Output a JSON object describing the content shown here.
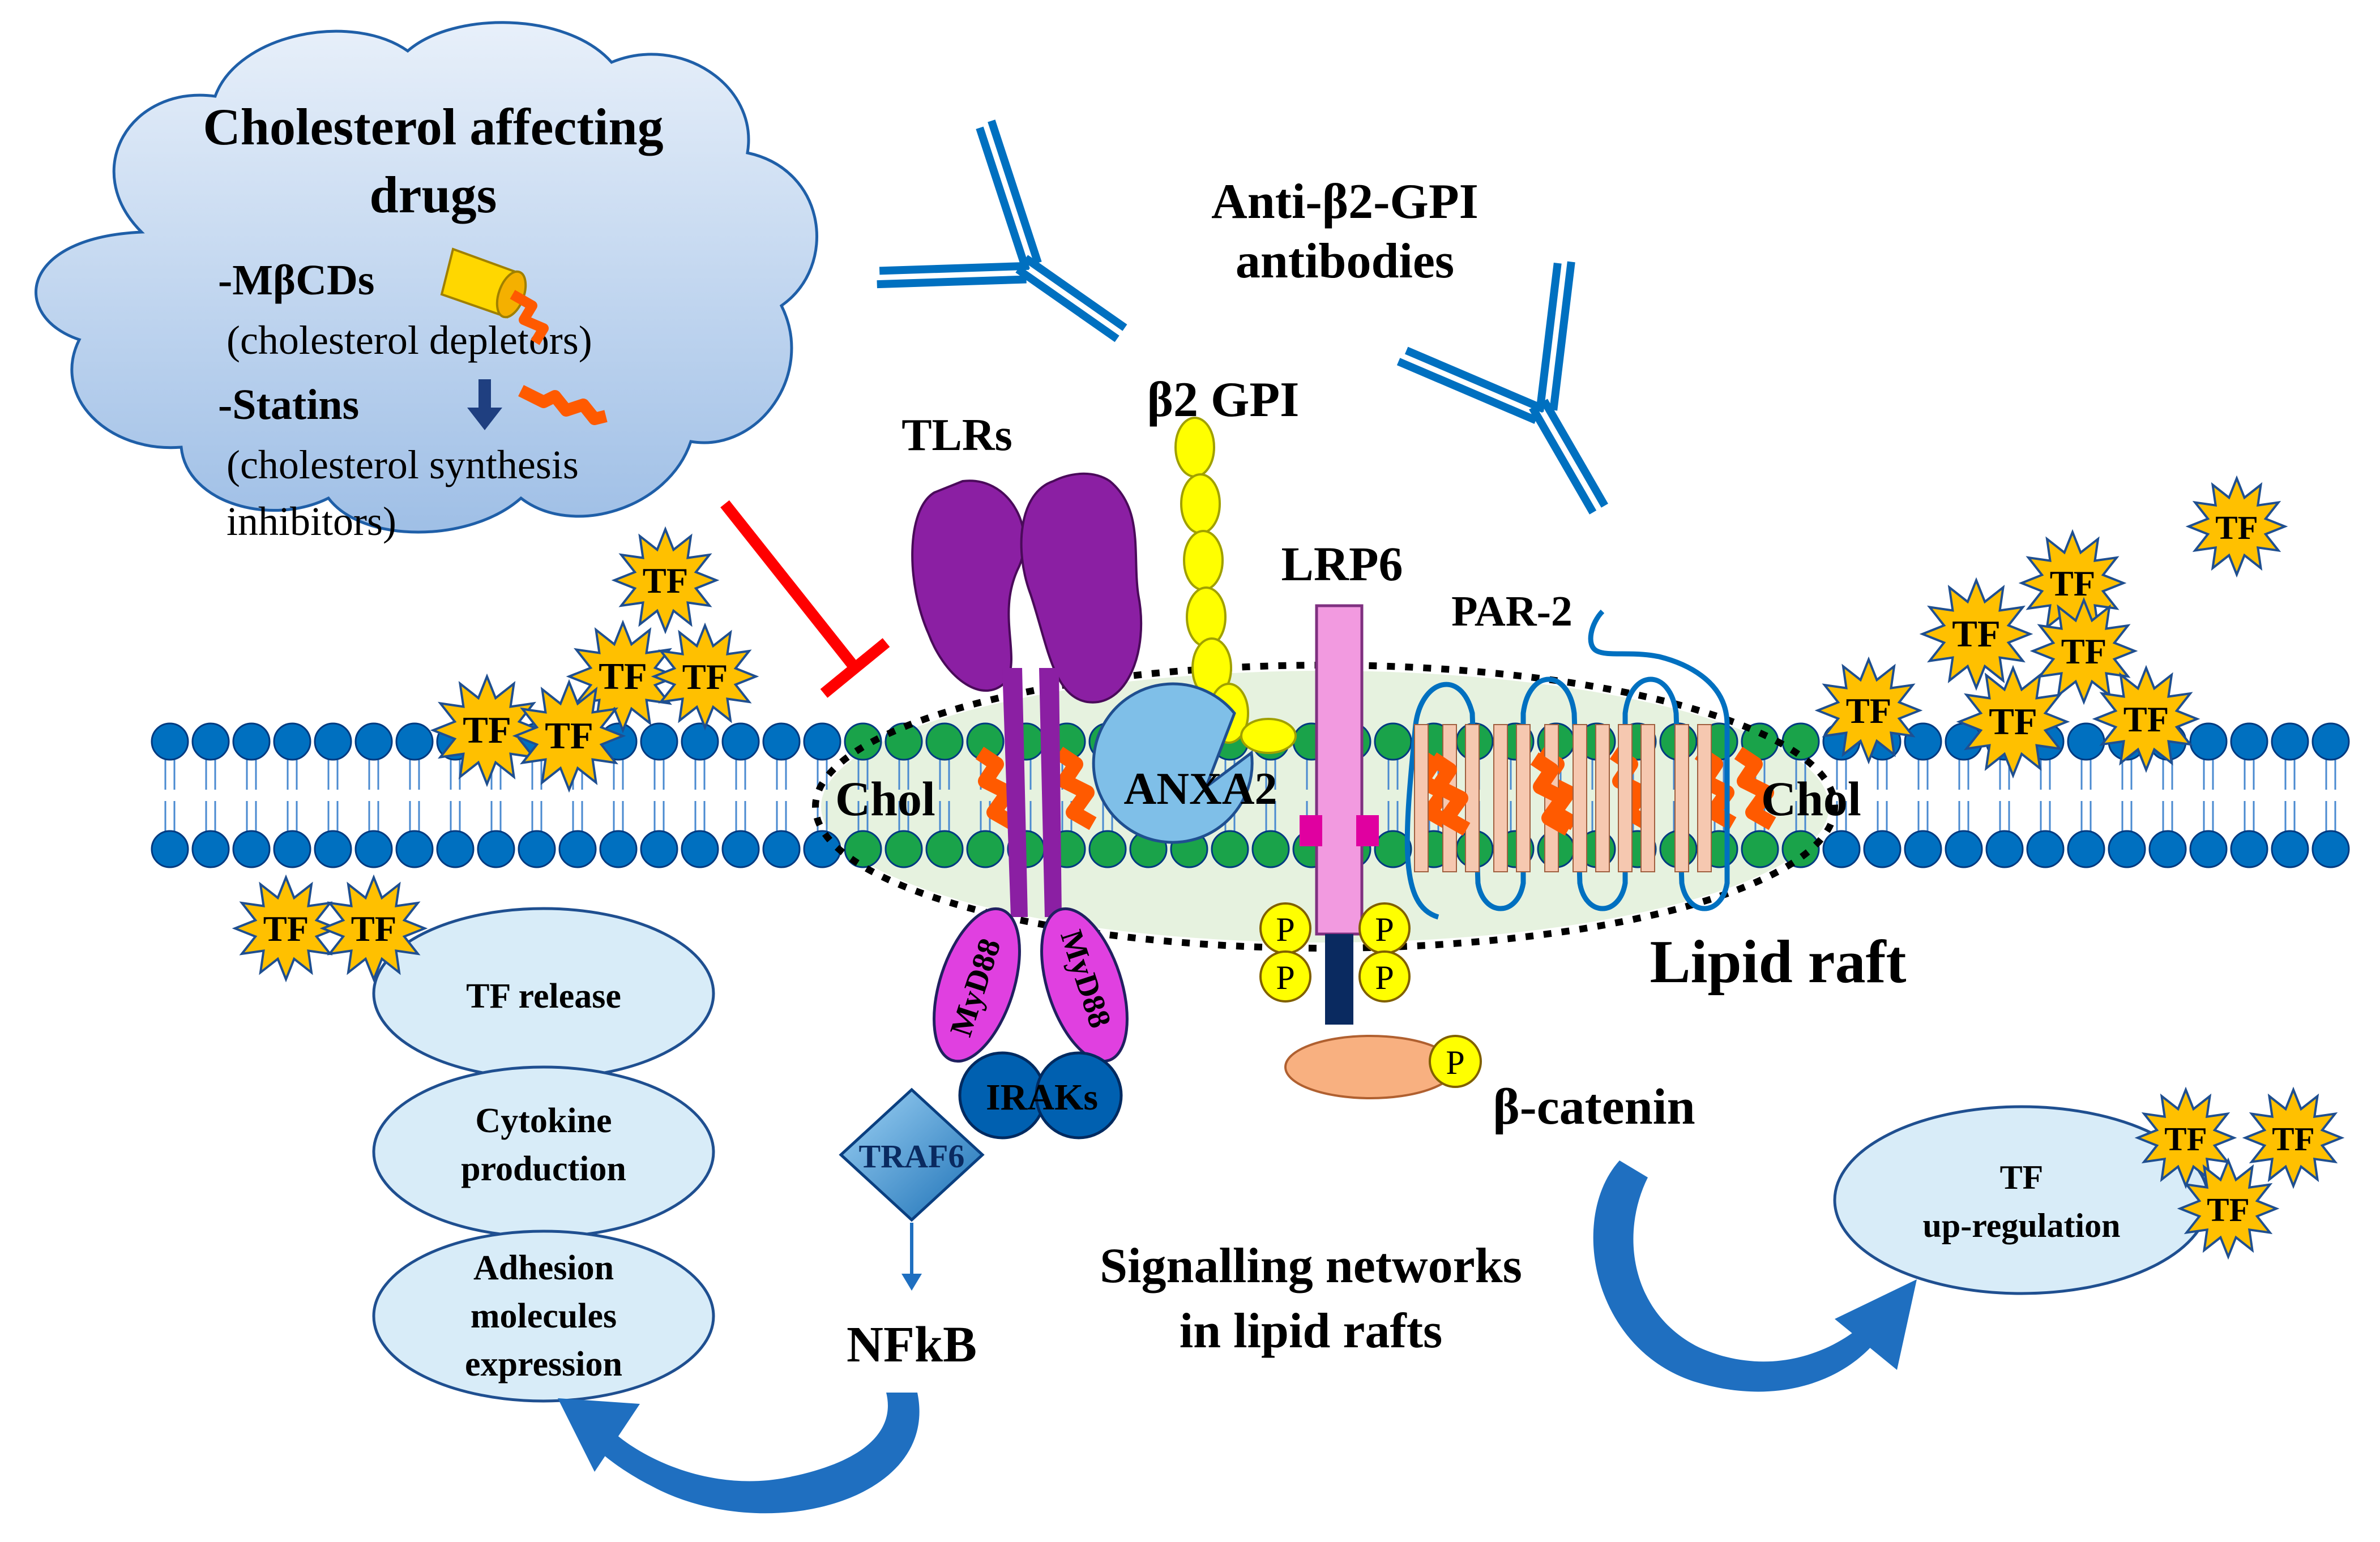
{
  "cloud": {
    "title_line1": "Cholesterol affecting",
    "title_line2": "drugs",
    "mbcd_label": "-MβCDs",
    "mbcd_desc": "(cholesterol depletors)",
    "statins_label": "-Statins",
    "statins_desc_line1": "(cholesterol synthesis",
    "statins_desc_line2": "inhibitors)"
  },
  "labels": {
    "antibodies_line1": "Anti-β2-GPI",
    "antibodies_line2": "antibodies",
    "b2gpi": "β2 GPI",
    "tlrs": "TLRs",
    "lrp6": "LRP6",
    "par2": "PAR-2",
    "chol_left": "Chol",
    "chol_right": "Chol",
    "anxa2": "ANXA2",
    "lipid_raft": "Lipid raft",
    "myd88": "MyD88",
    "irak": "IRAKs",
    "traf6": "TRAF6",
    "nfkb": "NFkB",
    "p": "P",
    "beta_catenin": "β-catenin",
    "signalling_line1": "Signalling networks",
    "signalling_line2": "in lipid rafts",
    "tf": "TF"
  },
  "left_effects": {
    "tf_release": "TF release",
    "cytokine_line1": "Cytokine",
    "cytokine_line2": "production",
    "adhesion_line1": "Adhesion",
    "adhesion_line2": "molecules",
    "adhesion_line3": "expression"
  },
  "right_effect": {
    "line1": "TF",
    "line2": "up-regulation"
  },
  "colors": {
    "cloud_fill": "#c9dbf0",
    "membrane_head": "#0070c0",
    "raft_head": "#1aa34a",
    "raft_fill": "#e6f2df",
    "tlr": "#8b1fa3",
    "myd88": "#e040e0",
    "irak": "#0060b0",
    "traf6": "#2a7fc0",
    "antibody": "#0070c0",
    "b2gpi": "#ffff00",
    "anxa2": "#7fbfe8",
    "lrp6": "#f29ae0",
    "par2": "#0070c0",
    "tf_star": "#ffc000",
    "cholesterol": "#ff5a00",
    "beta_catenin": "#f8b080",
    "inhibitor": "#ff0000",
    "curved_arrow": "#1f6fc0",
    "effect_ellipse": "#d8ecf8"
  }
}
